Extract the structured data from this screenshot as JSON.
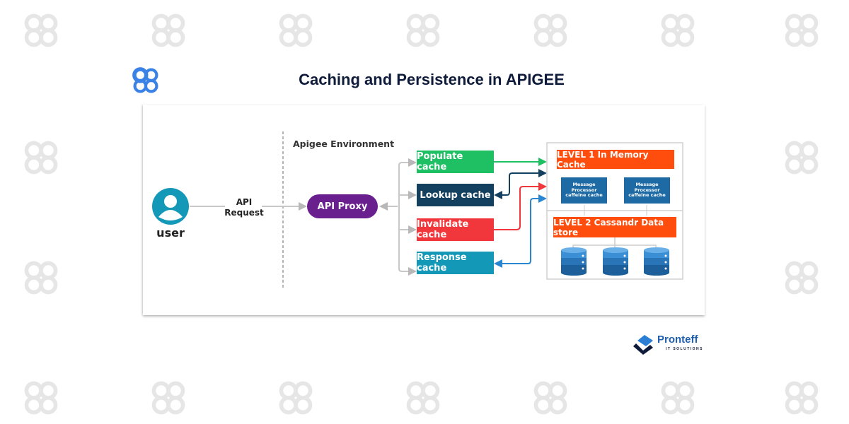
{
  "title": "Caching and Persistence in APIGEE",
  "user": {
    "label": "user",
    "icon": "user-avatar-icon"
  },
  "request": {
    "label_line1": "API",
    "label_line2": "Request"
  },
  "environment": {
    "label": "Apigee Environment"
  },
  "proxy": {
    "label": "API Proxy",
    "color": "#6a1f8f"
  },
  "policies": [
    {
      "label": "Populate cache",
      "color": "#1fbf64"
    },
    {
      "label": "Lookup cache",
      "color": "#14405f"
    },
    {
      "label": "Invalidate cache",
      "color": "#f2373c"
    },
    {
      "label": "Response cache",
      "color": "#1498b8"
    }
  ],
  "level1": {
    "label": "LEVEL 1 In Memory Cache",
    "color": "#ff4d0d",
    "processors": [
      "Message Processor caffeine cache",
      "Message Processor caffeine cache"
    ]
  },
  "level2": {
    "label": "LEVEL 2 Cassandr Data store",
    "color": "#ff4d0d",
    "databases": [
      "database-1",
      "database-2",
      "database-3"
    ]
  },
  "footer": {
    "brand_name": "Pronteff",
    "brand_tagline": "IT SOLUTIONS"
  },
  "colors": {
    "accent_blue": "#3b82e6",
    "bg_mark": "#e6e6e6"
  }
}
